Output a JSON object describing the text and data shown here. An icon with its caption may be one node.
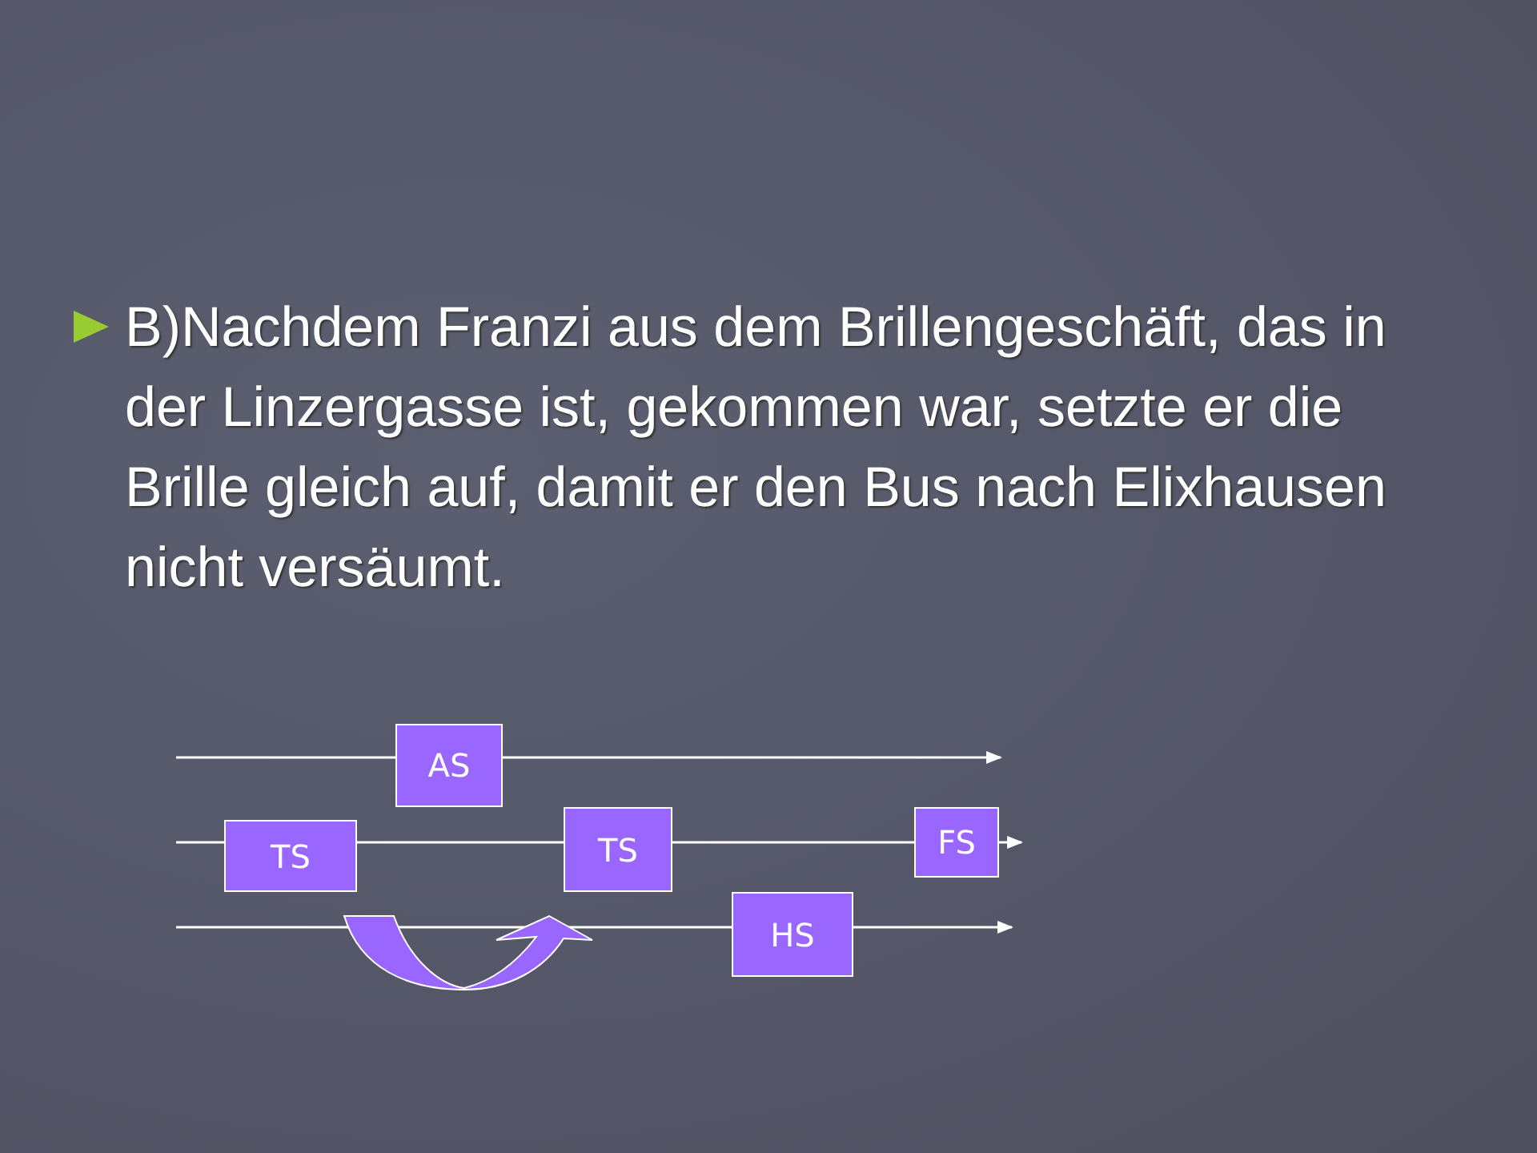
{
  "diagram": {
    "nodes": [
      {
        "text": [
          "AS"
        ]
      },
      {
        "text": [
          "TS"
        ]
      },
      {
        "text": [
          "TS"
        ]
      },
      {
        "text": [
          "FS"
        ]
      },
      {
        "text": [
          "HS"
        ]
      }
    ],
    "labels": [
      "B)Nachdem Franzi aus dem Brillengeschäft, das in der Linzergasse ist, gekommen war, setzte er die Brille gleich auf, damit er den Bus nach Elixhausen nicht versäumt."
    ]
  }
}
